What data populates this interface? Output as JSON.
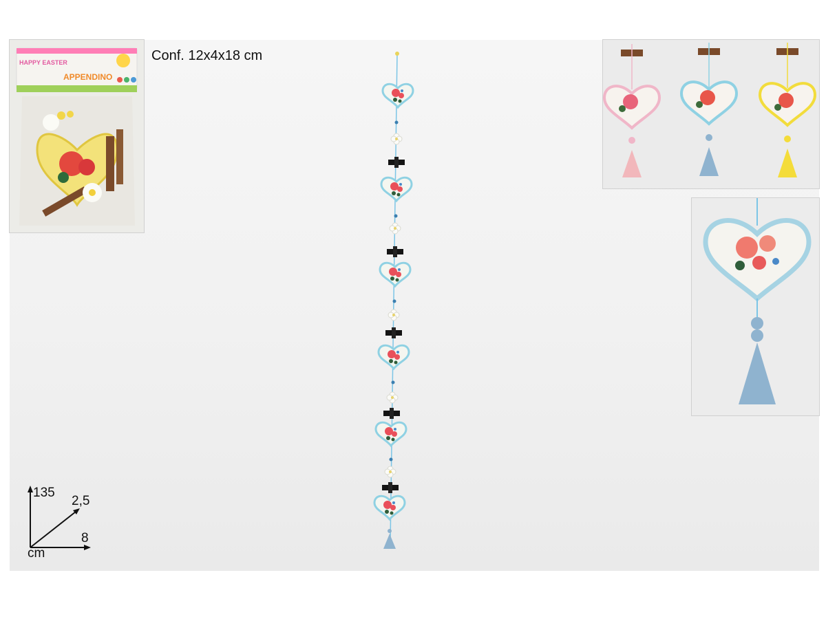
{
  "caption": {
    "conf_text": "Conf. 12x4x18 cm"
  },
  "package": {
    "brand_text": "HAPPY EASTER",
    "product_text": "APPENDINO"
  },
  "dimensions": {
    "height": "135",
    "depth": "2,5",
    "width": "8",
    "unit": "cm"
  },
  "colors": {
    "string": "#7cc5e6",
    "heart_blue": "#8fd1e3",
    "heart_pink": "#f0b6c8",
    "heart_yellow": "#f2dc3c",
    "bell_blue": "#8fb3cf",
    "bell_pink": "#f2b7bb",
    "bell_yellow": "#f4dc3a",
    "rose": "#e9505a",
    "wood": "#7a4a2a"
  }
}
